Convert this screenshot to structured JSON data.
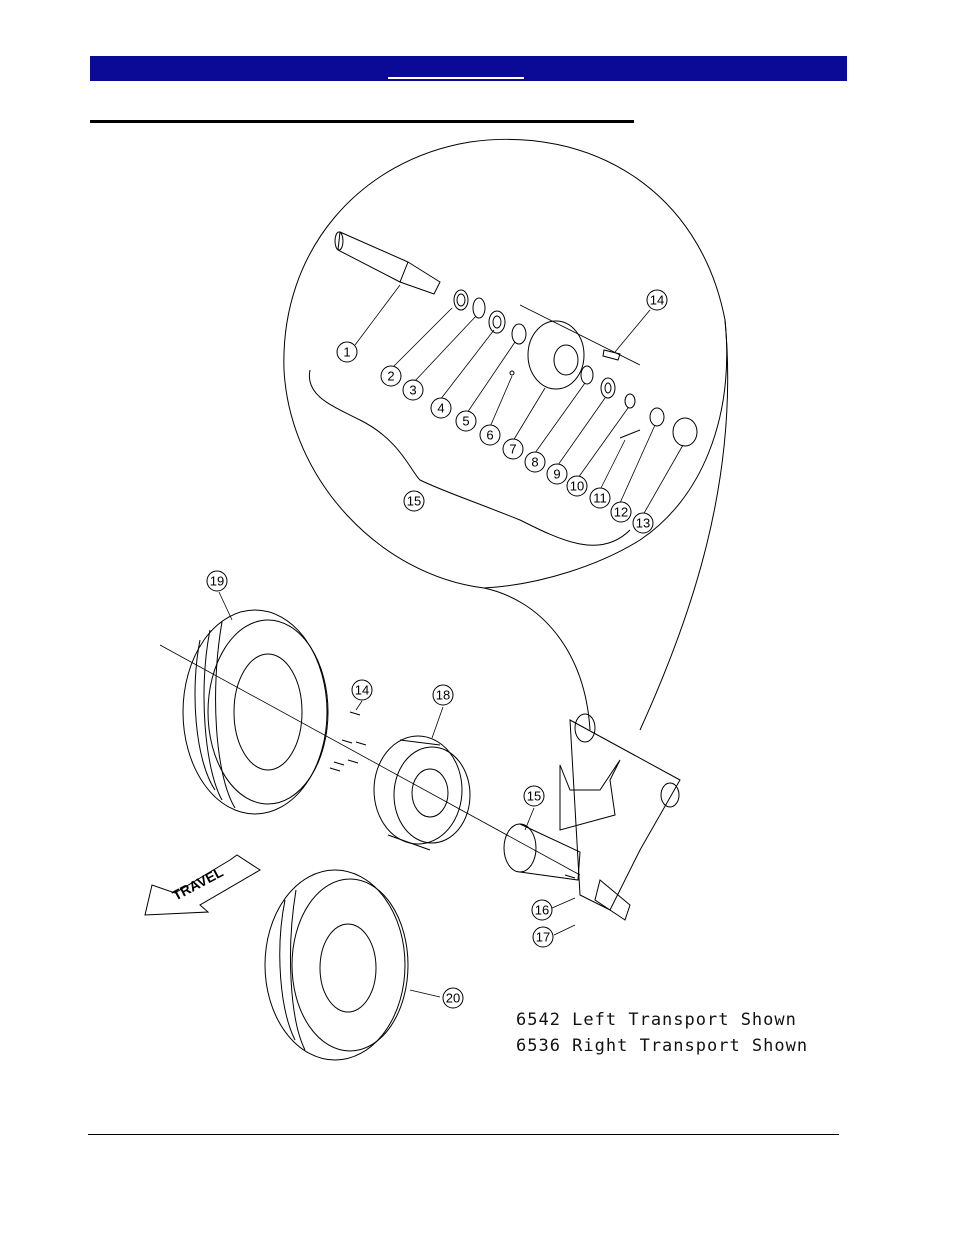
{
  "header": {
    "title": ""
  },
  "callouts": [
    "1",
    "2",
    "3",
    "4",
    "5",
    "6",
    "7",
    "8",
    "9",
    "10",
    "11",
    "12",
    "13",
    "14",
    "15",
    "14",
    "18",
    "19",
    "15",
    "16",
    "17",
    "20"
  ],
  "travel_arrow_label": "TRAVEL",
  "captions": [
    "6542 Left Transport Shown",
    "6536 Right Transport Shown"
  ],
  "colors": {
    "header_bar": "#0a0a96",
    "rule": "#000000"
  }
}
